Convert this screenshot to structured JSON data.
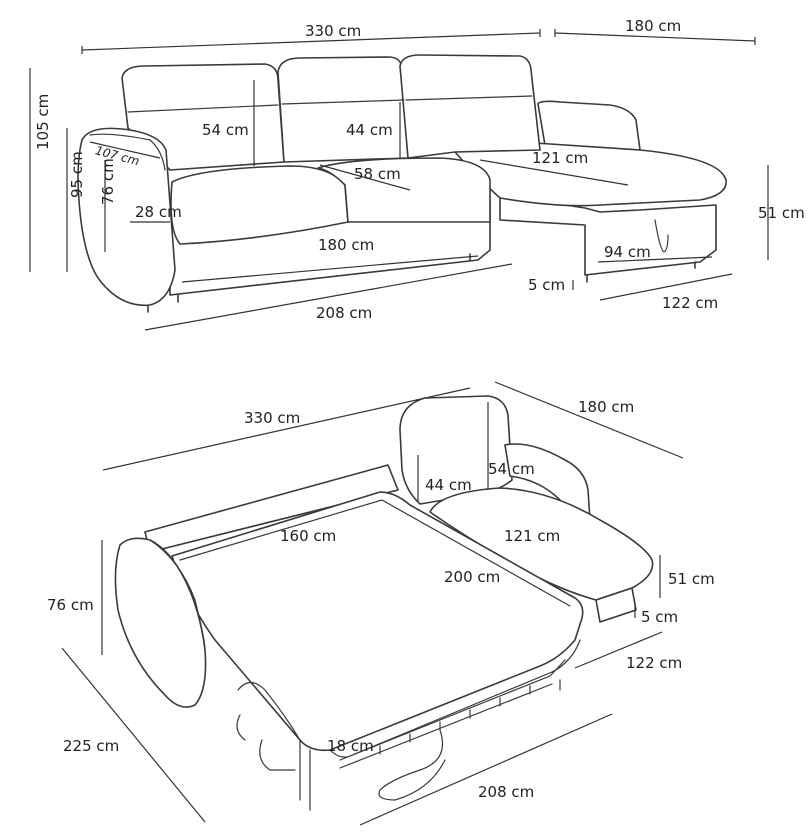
{
  "diagram": {
    "top_view": {
      "labels": {
        "total_width": "330 cm",
        "chaise_depth": "180 cm",
        "total_height": "105 cm",
        "seat_back_height": "95 cm",
        "arm_height": "76 cm",
        "arm_depth": "107 cm",
        "headrest_height": "54 cm",
        "backrest_height": "44 cm",
        "seat_depth": "58 cm",
        "arm_width": "28 cm",
        "chaise_length": "121 cm",
        "seat_width": "180 cm",
        "seat_height": "51 cm",
        "storage_width": "94 cm",
        "leg_height": "5 cm",
        "chaise_width": "122 cm",
        "sofa_width": "208 cm"
      }
    },
    "bed_view": {
      "labels": {
        "total_width": "330 cm",
        "chaise_depth": "180 cm",
        "headrest_height": "54 cm",
        "backrest_height": "44 cm",
        "mattress_width": "160 cm",
        "chaise_length": "121 cm",
        "mattress_length": "200 cm",
        "arm_height": "76 cm",
        "seat_height": "51 cm",
        "leg_height": "5 cm",
        "chaise_width": "122 cm",
        "bed_depth": "225 cm",
        "frame_height": "18 cm",
        "sofa_width": "208 cm"
      }
    }
  }
}
